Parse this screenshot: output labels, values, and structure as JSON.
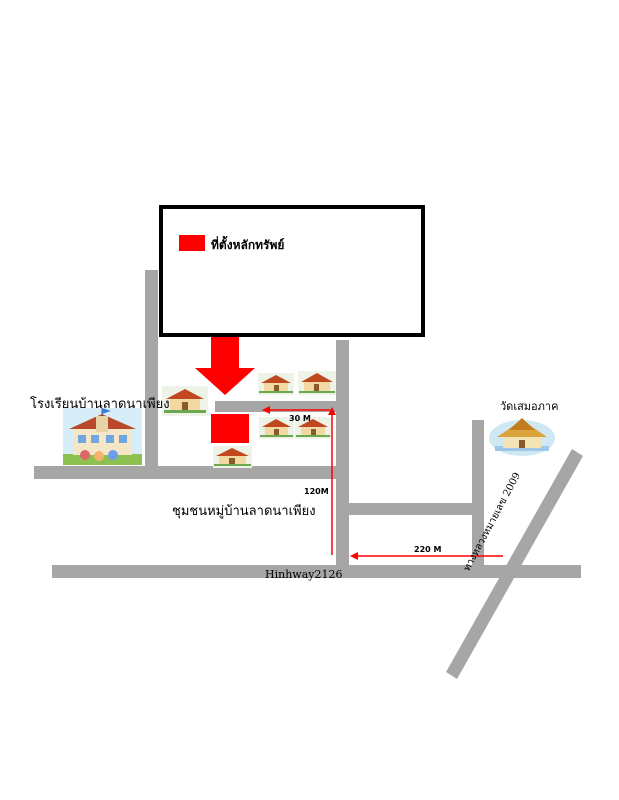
{
  "legend": {
    "label": "ที่ตั้งหลักทรัพย์",
    "swatch_color": "#ff0000"
  },
  "labels": {
    "school": "โรงเรียนบ้านลาดนาเพียง",
    "temple": "วัดเสมอภาค",
    "community": "ชุมชนหมู่บ้านลาดนาเพียง",
    "highway": "Hinhway2126",
    "diagonal_road": "ทางหลวงหมายเลข 2009"
  },
  "distances": {
    "d30": "30 M",
    "d120": "120M",
    "d220": "220 M"
  },
  "colors": {
    "road": "#a6a6a6",
    "marker": "#ff0000",
    "arrow": "#ff0000"
  },
  "icons": {
    "house": "house-icon",
    "school": "school-icon",
    "temple": "temple-icon",
    "pointer": "pointer-arrow-icon"
  }
}
